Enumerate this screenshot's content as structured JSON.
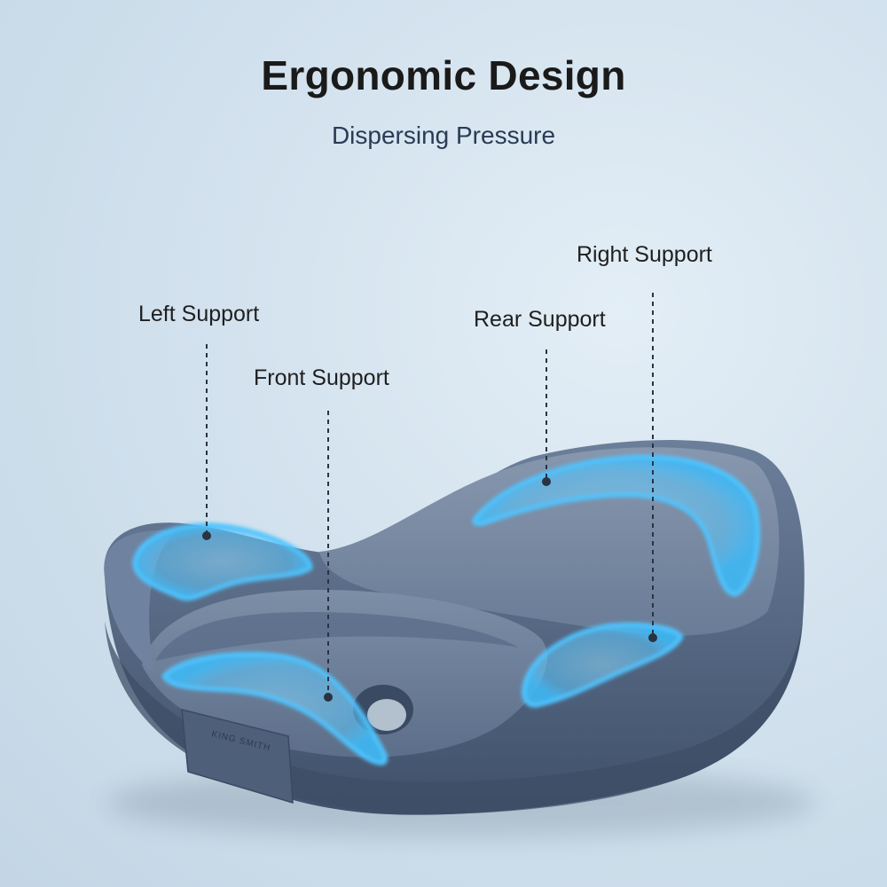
{
  "header": {
    "title": "Ergonomic Design",
    "subtitle": "Dispersing Pressure"
  },
  "callouts": {
    "left_support": "Left Support",
    "front_support": "Front Support",
    "rear_support": "Rear Support",
    "right_support": "Right Support"
  },
  "product": {
    "brand_mark": "KING SMITH"
  },
  "colors": {
    "cushion_body": "#586d89",
    "cushion_top": "#7b8da6",
    "highlight": "#5ac8ff",
    "background": "#d3e2ee"
  }
}
